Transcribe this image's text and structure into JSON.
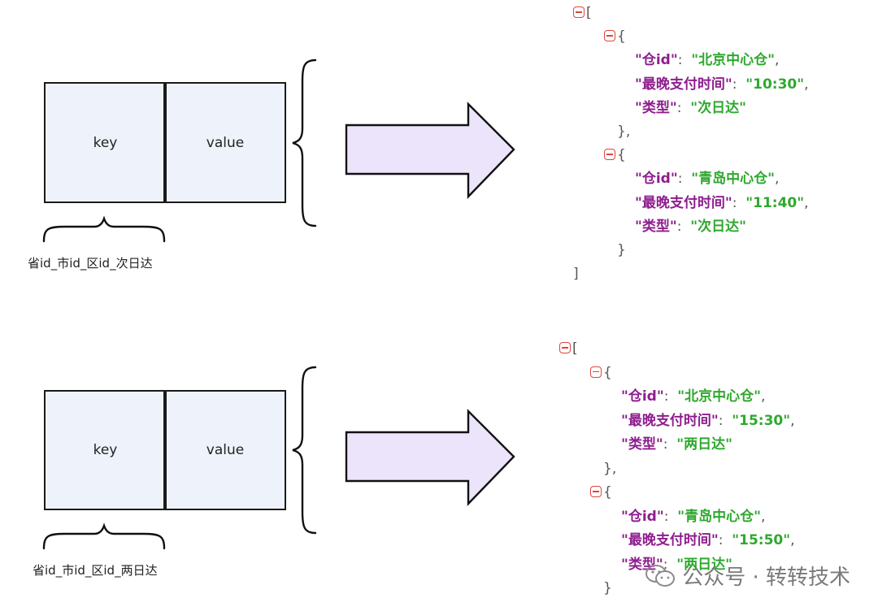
{
  "diagrams": [
    {
      "key_label": "key",
      "value_label": "value",
      "composite_key": "省id_市id_区id_次日达",
      "json_lines": [
        {
          "toggle": true,
          "parts": [
            {
              "t": "p",
              "v": "["
            }
          ]
        },
        {
          "toggle": true,
          "parts": [
            {
              "t": "p",
              "v": "{"
            }
          ]
        },
        {
          "parts": [
            {
              "t": "k",
              "v": "\"仓id\""
            },
            {
              "t": "p",
              "v": ":  "
            },
            {
              "t": "s",
              "v": "\"北京中心仓\""
            },
            {
              "t": "p",
              "v": ","
            }
          ]
        },
        {
          "parts": [
            {
              "t": "k",
              "v": "\"最晚支付时间\""
            },
            {
              "t": "p",
              "v": ":  "
            },
            {
              "t": "s",
              "v": "\"10:30\""
            },
            {
              "t": "p",
              "v": ","
            }
          ]
        },
        {
          "parts": [
            {
              "t": "k",
              "v": "\"类型\""
            },
            {
              "t": "p",
              "v": ":  "
            },
            {
              "t": "s",
              "v": "\"次日达\""
            }
          ]
        },
        {
          "parts": [
            {
              "t": "p",
              "v": "},"
            }
          ]
        },
        {
          "toggle": true,
          "parts": [
            {
              "t": "p",
              "v": "{"
            }
          ]
        },
        {
          "parts": [
            {
              "t": "k",
              "v": "\"仓id\""
            },
            {
              "t": "p",
              "v": ":  "
            },
            {
              "t": "s",
              "v": "\"青岛中心仓\""
            },
            {
              "t": "p",
              "v": ","
            }
          ]
        },
        {
          "parts": [
            {
              "t": "k",
              "v": "\"最晚支付时间\""
            },
            {
              "t": "p",
              "v": ":  "
            },
            {
              "t": "s",
              "v": "\"11:40\""
            },
            {
              "t": "p",
              "v": ","
            }
          ]
        },
        {
          "parts": [
            {
              "t": "k",
              "v": "\"类型\""
            },
            {
              "t": "p",
              "v": ":  "
            },
            {
              "t": "s",
              "v": "\"次日达\""
            }
          ]
        },
        {
          "parts": [
            {
              "t": "p",
              "v": "}"
            }
          ]
        },
        {
          "parts": [
            {
              "t": "p",
              "v": "]"
            }
          ]
        }
      ]
    },
    {
      "key_label": "key",
      "value_label": "value",
      "composite_key": "省id_市id_区id_两日达",
      "json_lines": [
        {
          "toggle": true,
          "parts": [
            {
              "t": "p",
              "v": "["
            }
          ]
        },
        {
          "toggle": true,
          "parts": [
            {
              "t": "p",
              "v": "{"
            }
          ]
        },
        {
          "parts": [
            {
              "t": "k",
              "v": "\"仓id\""
            },
            {
              "t": "p",
              "v": ":  "
            },
            {
              "t": "s",
              "v": "\"北京中心仓\""
            },
            {
              "t": "p",
              "v": ","
            }
          ]
        },
        {
          "parts": [
            {
              "t": "k",
              "v": "\"最晚支付时间\""
            },
            {
              "t": "p",
              "v": ":  "
            },
            {
              "t": "s",
              "v": "\"15:30\""
            },
            {
              "t": "p",
              "v": ","
            }
          ]
        },
        {
          "parts": [
            {
              "t": "k",
              "v": "\"类型\""
            },
            {
              "t": "p",
              "v": ":  "
            },
            {
              "t": "s",
              "v": "\"两日达\""
            }
          ]
        },
        {
          "parts": [
            {
              "t": "p",
              "v": "},"
            }
          ]
        },
        {
          "toggle": true,
          "parts": [
            {
              "t": "p",
              "v": "{"
            }
          ]
        },
        {
          "parts": [
            {
              "t": "k",
              "v": "\"仓id\""
            },
            {
              "t": "p",
              "v": ":  "
            },
            {
              "t": "s",
              "v": "\"青岛中心仓\""
            },
            {
              "t": "p",
              "v": ","
            }
          ]
        },
        {
          "parts": [
            {
              "t": "k",
              "v": "\"最晚支付时间\""
            },
            {
              "t": "p",
              "v": ":  "
            },
            {
              "t": "s",
              "v": "\"15:50\""
            },
            {
              "t": "p",
              "v": ","
            }
          ]
        },
        {
          "parts": [
            {
              "t": "k",
              "v": "\"类型\""
            },
            {
              "t": "p",
              "v": ":  "
            },
            {
              "t": "s",
              "v": "\"两日达\""
            }
          ]
        },
        {
          "parts": [
            {
              "t": "p",
              "v": "}"
            }
          ]
        }
      ]
    }
  ],
  "watermark": "公众号 · 转转技术",
  "colors": {
    "json_key": "#8e1e8e",
    "json_string": "#2fa82f",
    "toggle": "#e0443a",
    "arrow_fill": "#ece4fb",
    "box_fill": "#eef3fb"
  },
  "icons": {
    "toggle": "collapse-minus-icon",
    "watermark_logo": "wechat-icon"
  }
}
